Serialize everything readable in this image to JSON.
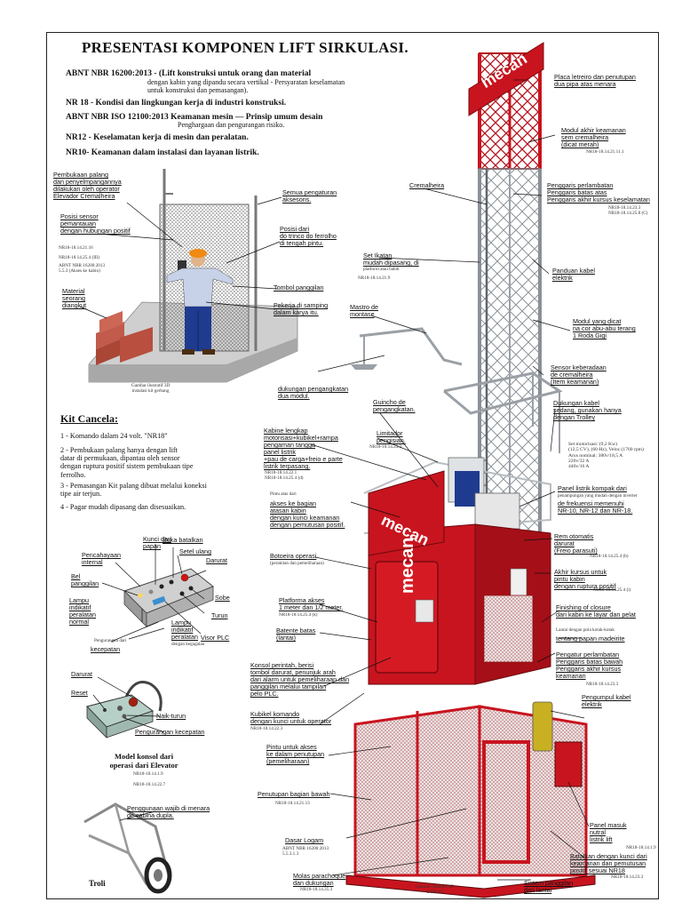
{
  "title": "PRESENTASI KOMPONEN LIFT SIRKULASI.",
  "standards": [
    {
      "main": "ABNT NBR 16200:2013 - (Lift konstruksi untuk orang dan material",
      "sub": "dengan kabin yang dipandu secara vertikal - Persyaratan keselamatan\nuntuk konstruksi dan pemasangan)."
    },
    {
      "main": "NR 18 - Kondisi dan lingkungan kerja di industri konstruksi.",
      "sub": ""
    },
    {
      "main": "ABNT NBR ISO 12100:2013 Keamanan mesin — Prinsip umum desain",
      "sub": "Penghargaan dan pengurangan risiko."
    },
    {
      "main": "NR12 - Keselamatan kerja di mesin dan peralatan.",
      "sub": ""
    },
    {
      "main": "NR10- Keamanan dalam instalasi dan layanan listrik.",
      "sub": ""
    }
  ],
  "gate": {
    "lbl_pembukaan": "Pembukaan palang\ndan penyelmpangannya\ndilakukan oleh operator\nElevador Cremalheira",
    "lbl_posisi_sensor": "Posisi sensor\npemantauan\ndengan hubungan positif",
    "ref1": "NR18-18.14.21.16",
    "ref2": "NR18-18.14.25.4 (III)",
    "ref3": "ABNT NBR 16200:2013\n5.5.3 (Akses ke kabin)",
    "lbl_material": "Material\nseorang\ndiangkut",
    "lbl_semua": "Semua pengaturan\naksesoris.",
    "lbl_posisi_trinco": "Posisi dari\ndo trinco do ferrolho\ndi tengah pintu.",
    "lbl_tombol": "Tombol panggilan",
    "lbl_pekerja": "Pekerja di samping\ndalam karya itu.",
    "caption": "Gambar ilustratif 3D\ninstalasi kit gerbang"
  },
  "kit": {
    "heading": "Kit Cancela:",
    "items": [
      "1 - Komando dalam 24 volt. \"NR18\"",
      "2 - Pembukaan palang hanya dengan lift\n     datar di permukaan, dipantau oleh sensor\n     dengan ruptura positif sistem pembukaan tipe\n     ferrolho.",
      "3 - Pemasangan Kit palang dibuat melalui koneksi\n     tipe air terjun.",
      "4 - Pagar mudah dipasang dan disesuaikan."
    ]
  },
  "panel": {
    "kunci": "Kunci dari\npapan",
    "buka": "Buka batalkan",
    "setel": "Setel ulang",
    "darurat": "Darurat",
    "pencahayaan": "Pencahayaan\ninternal",
    "bel": "Bel\npanggilan",
    "sobe": "Sobe",
    "turun": "Turun",
    "lampu1": "Lampu\nindikatif\nperalatan\nnormal",
    "visor": "Visor PLC",
    "lampu2": "Lampu\nindikatif\nperalatan",
    "lampu2sub": "dengan kegagalan",
    "pengurangan": "Pengurangan dari",
    "kecepatan": "kecepatan"
  },
  "console": {
    "darurat": "Darurat",
    "reset": "Reset",
    "naik": "Naik-turun",
    "pengurangan": "Pengurangan kecepatan",
    "caption": "Model konsol dari\noperasi dari Elevator",
    "ref1": "NR18-18.14.1.9",
    "ref2": "NR18-18.14.22.7"
  },
  "troli": {
    "note": "Penggunaan wajib di menara\nde cabina dupla.",
    "label": "Troli"
  },
  "tower": {
    "brand": "mecan",
    "placa": "Placa letreiro dan penutupan\ndua pipa atas menara",
    "modul_akhir": "Modul akhir keamanan\nsem cremalheira\n(dicat merah)",
    "modul_akhir_ref": "NR18-18.14.21.11.1",
    "cremalheira": "Cremalheira",
    "penggaris_atas": "Penggaris perlambatan\nPenggaris batas atas\nPenggaris akhir kursus keselamatan",
    "penggaris_atas_ref": "NR18-18.14.23.3\nNR18-18.14.25.8 (C)",
    "set_ikatan": "Set Ikatan\nmudah dipasang, di",
    "set_ikatan_sub": "platform atau balok",
    "set_ikatan_ref": "NR18-18.14.21.9",
    "panduan": "Panduan kabel\nelektrik",
    "mastro": "Mastro de\nmontase",
    "modul_dicat": "Modul yang dicat\nna cor abu-abu terang\n1 Roda Gigi",
    "sensor": "Sensor keberadaan\nde cremalheira\n(Item keamanan)",
    "dukungan_modul": "dukungan pengangkatan\ndua modul.",
    "dukungan_kabel": "Dukungan kabel\nsedang, gunakan hanya\ndengan Trolley",
    "guincho": "Guincho de\npengangkatan.",
    "limitador": "Limitador\npengisian.",
    "limitador_ref": "NR18-18.14.23.3",
    "kabine": "Kabine lengkap\nmotorisasi+kubikel+rampa\npengaman tangga\npanel listrik\n+pau de carga+freio e parte\nlistrik terpasang.",
    "kabine_ref": "NR18-18.14.22.1\nNR18-18.14.25.4 (d)",
    "motor_spec": "Set motorisasi: (9,2 Kw)\n(12,5 CV), (60 Hz), Veloc.(1760 rpm)\nArus nominal: 380v/18,5 A\n220v/32 A\n440v/16 A",
    "panel_listrik": "Panel listrik kompak dari",
    "panel_listrik_sub": "penampungan yang mudah dengan inverter",
    "panel_listrik2": "de frekuensi memenuhi\nNR-10, NR-12 dan NR-18.",
    "pintu_atas": "Pintu atas dari",
    "akses_atas": "akses ke bagian\natasan kabin\ndengan kunci keamanan\ndengan pemutusan positif.",
    "rem": "Rem otomatis\ndarurat\n(Freio parasuti)",
    "rem_ref": "NR18-18.14.25.4 (b)",
    "botoeira": "Botoeira operasi",
    "botoeira_sub": "(perakitan dan pemeliharaan)",
    "akhir_kursus": "Akhir kursus untuk\npintu kabin\ndengan ruptura positif",
    "akhir_kursus_ref": "NR18-18.14.25.4 (i)",
    "platforma": "Platforma akses\n1 meter dan 1/2 meter.",
    "platforma_ref": "NR18-18.14.25.4 (k)",
    "finishing": "Finishing of closure\ndari kabin ke layar dan pelat",
    "batente": "Batente batas\n(lantai)",
    "lantai": "Lantai dengan pola kotak-kotak",
    "papan": "tentang papan madeirite",
    "penggaris_bawah": "Pengatur perlambatan\nPenggaris batas bawah\nPenggaris akhir kursus\nkeamanan",
    "penggaris_bawah_ref": "NR18-18.14.23.3",
    "konsol": "Konsol perintah, berisi\ntombol darurat, penunjuk arah\ndari alarm untuk pemeliharaan dan\npanggilan melalui tampilan\npelo PLC.",
    "pengumpul": "Pengumpul kabel\nelektrik",
    "kubikel": "Kubikel komando\ndengan kunci untuk operator",
    "kubikel_ref": "NR18-18.14.22.3",
    "pintu_akses": "Pintu untuk akses\nke dalam penutupan\n(pemeliharaan)",
    "penutupan": "Penutupan bagian bawah",
    "penutupan_ref": "NR18-18.14.21.13",
    "dasar": "Dasar Logam",
    "dasar_ref": "ABNT NBR 16200:2013\n5.5.3.1.3",
    "panel_masuk": "Panel masuk\nnutral\nlistrik lift",
    "panel_masuk_ref": "NR18-18.14.1.9",
    "batalkan": "Batalkan dengan kunci dari\nkeamanan dan pemutusan\npositif sesuai NR18",
    "batalkan_ref": "NR18-18.14.23.3",
    "molas": "Molas parachoque\ndan dukungan",
    "molas_ref": "NR18-18.14.25.3",
    "sistem": "Sistem panggilan\ndari lantai",
    "caption": "Gambar ilustratif 3D\nECM-15"
  },
  "colors": {
    "red": "#c8141e",
    "steel": "#9aa0a6",
    "dark": "#222222",
    "floor": "#c9c9c9",
    "blue": "#1f3b8f"
  }
}
